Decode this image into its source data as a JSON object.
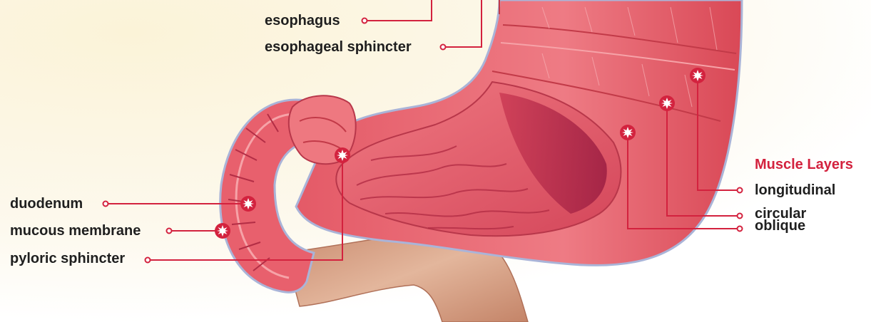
{
  "labels": {
    "esophagus": "esophagus",
    "esophageal_sphincter": "esophageal sphincter",
    "duodenum": "duodenum",
    "mucous_membrane": "mucous membrane",
    "pyloric_sphincter": "pyloric sphincter",
    "muscle_layers_heading": "Muscle Layers",
    "longitudinal": "longitudinal",
    "circular": "circular",
    "oblique": "oblique"
  },
  "colors": {
    "accent": "#d3223e",
    "text": "#1f1f1f",
    "tissue": "#e8606d",
    "intestine": "#d9a58a"
  }
}
